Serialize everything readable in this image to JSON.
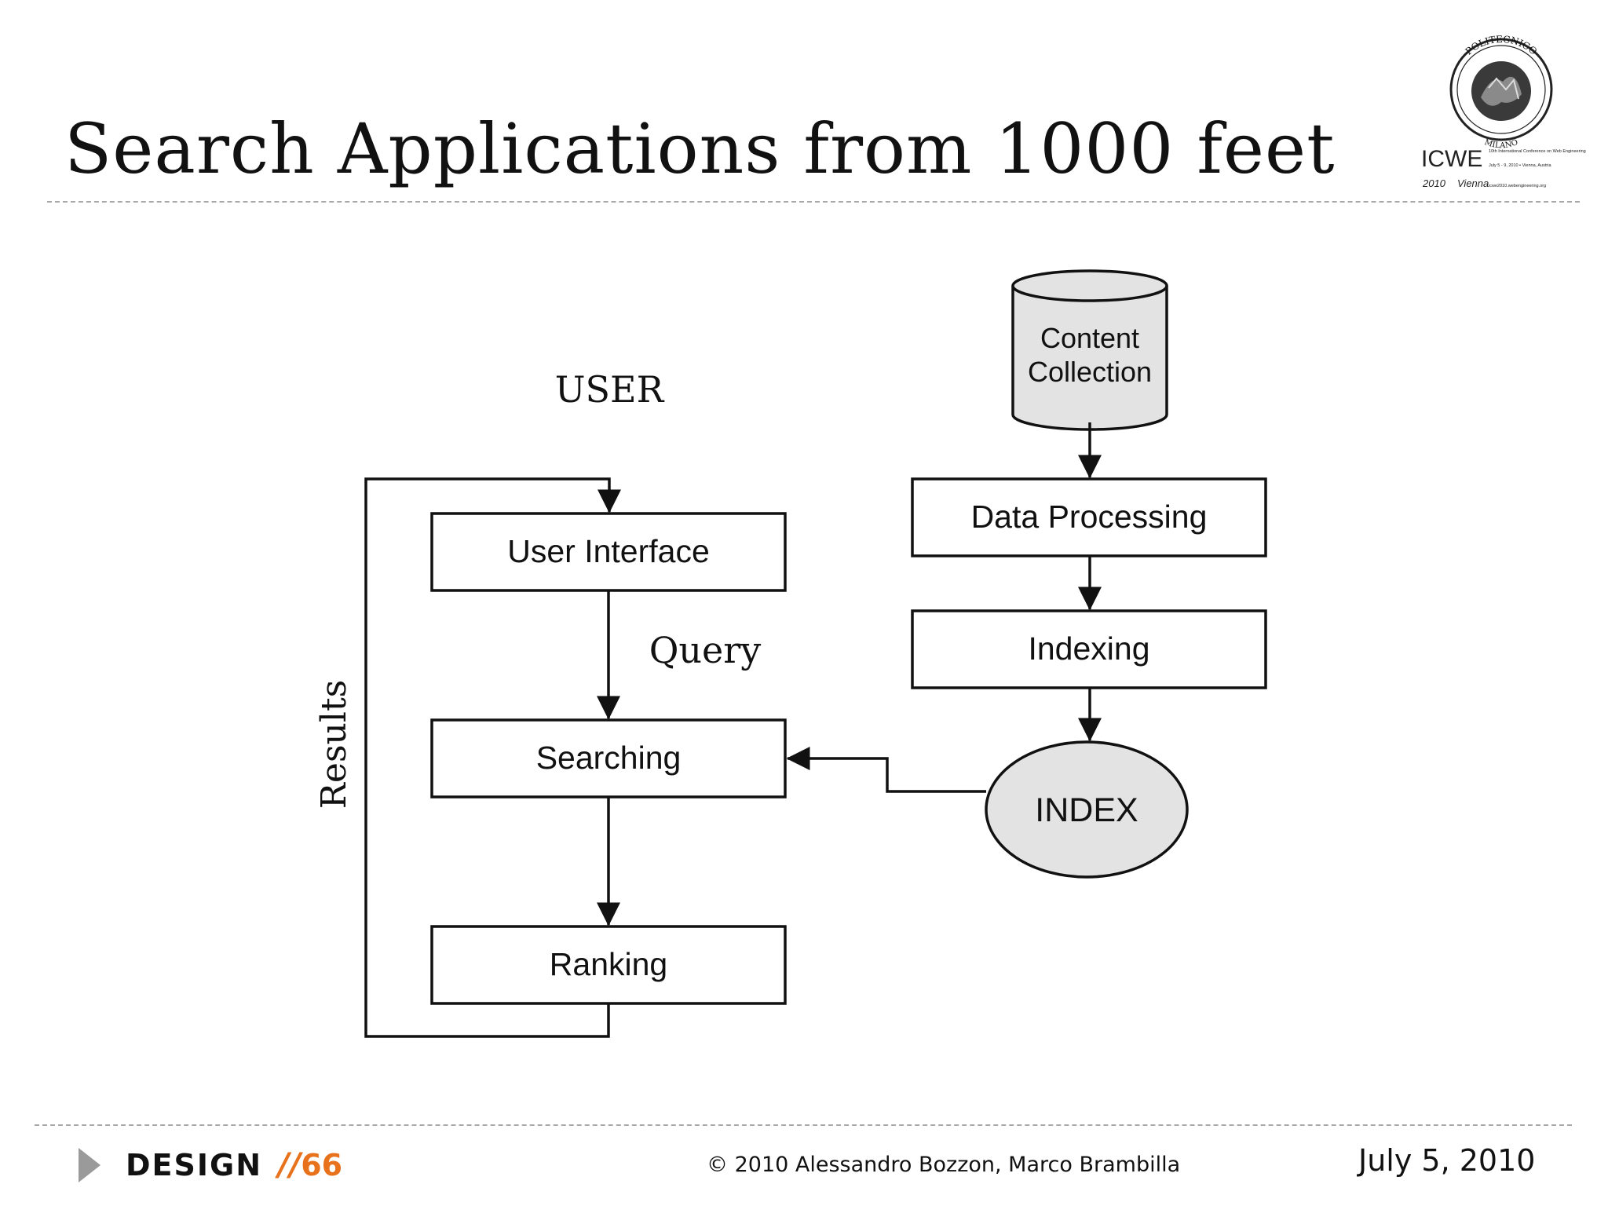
{
  "slide": {
    "title": "Search Applications from 1000 feet"
  },
  "logo": {
    "seal_text_top": "POLITECNICO",
    "seal_text_bottom": "MILANO",
    "conference_mark": "ICWE",
    "conference_year": "2010",
    "conference_city": "Vienna",
    "conference_line1": "10th International Conference on Web Engineering",
    "conference_line2": "July 5 - 9, 2010 ▪ Vienna, Austria",
    "conference_line3": "icwe2010.webengineering.org"
  },
  "diagram": {
    "user_label": "USER",
    "query_label": "Query",
    "results_label": "Results",
    "nodes": {
      "content_line1": "Content",
      "content_line2": "Collection",
      "data_processing": "Data Processing",
      "indexing": "Indexing",
      "index": "INDEX",
      "user_interface": "User Interface",
      "searching": "Searching",
      "ranking": "Ranking"
    },
    "colors": {
      "stroke": "#111111",
      "shape_fill_gray": "#e3e3e3",
      "box_fill": "#ffffff"
    }
  },
  "footer": {
    "section": "DESIGN",
    "slashes": "//",
    "page": "66",
    "copyright": "© 2010 Alessandro Bozzon, Marco Brambilla",
    "date": "July 5, 2010",
    "accent_color": "#e8711c"
  }
}
